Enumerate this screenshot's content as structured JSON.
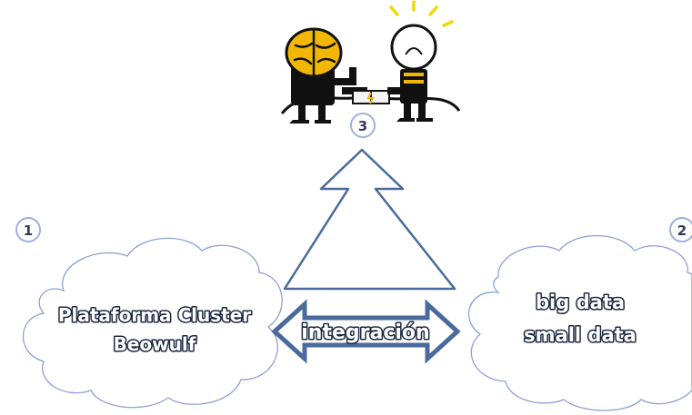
{
  "markers": {
    "one": "1",
    "two": "2",
    "three": "3"
  },
  "left_cloud": {
    "line1": "Plataforma Cluster",
    "line2": "Beowulf"
  },
  "right_cloud": {
    "line1": "big data",
    "line2": "small data"
  },
  "connector": {
    "label": "integración"
  },
  "illustration": {
    "icon": "brain-lightbulb-plug-icon"
  },
  "colors": {
    "arrow_stroke": "#4a6a9c",
    "cloud_stroke": "#8e9fd6",
    "marker_stroke": "#9fb0df",
    "brain_fill": "#f2b705",
    "bulb_glow": "#f2d60a"
  }
}
